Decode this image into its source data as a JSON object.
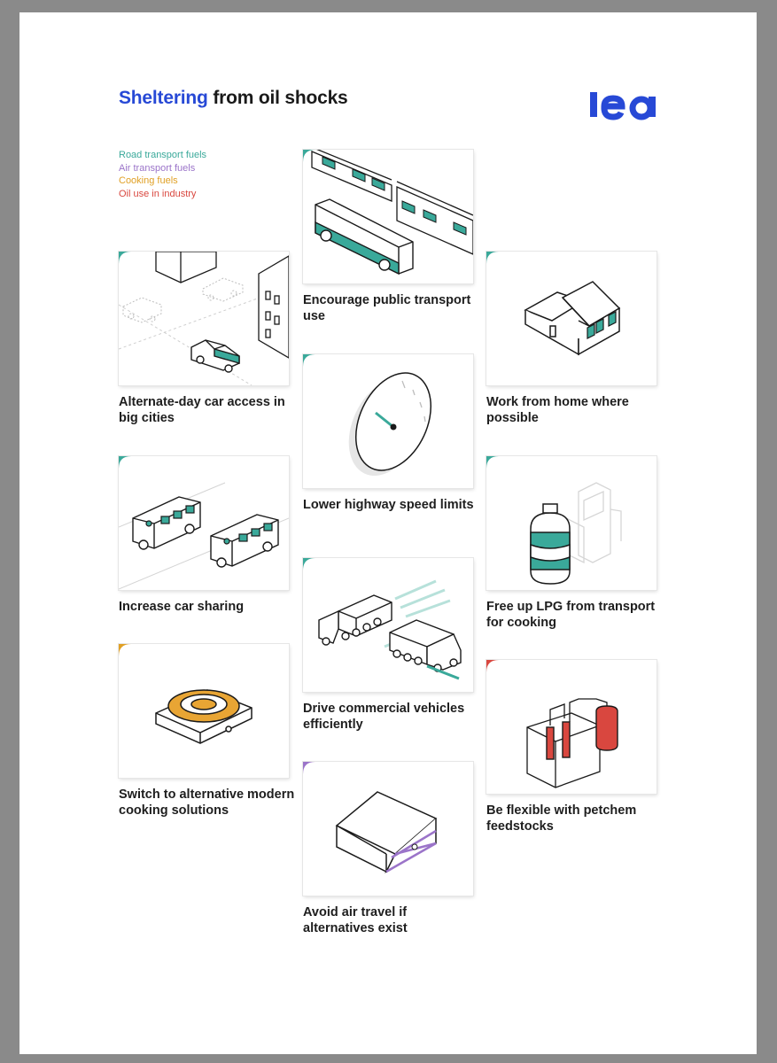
{
  "header": {
    "title_accent": "Sheltering",
    "title_rest": " from oil shocks",
    "logo_text": "iea",
    "accent_color": "#2749d6"
  },
  "legend": [
    {
      "label": "Road transport fuels",
      "color": "#3aa99a"
    },
    {
      "label": "Air transport fuels",
      "color": "#9b74c9"
    },
    {
      "label": "Cooking fuels",
      "color": "#e0a025"
    },
    {
      "label": "Oil use in industry",
      "color": "#d9473f"
    }
  ],
  "measures": [
    {
      "id": "public-transport",
      "label": "Encourage public transport use",
      "category": "road"
    },
    {
      "id": "alternate-day",
      "label": "Alternate-day car access in big cities",
      "category": "road"
    },
    {
      "id": "work-from-home",
      "label": "Work from home where possible",
      "category": "road"
    },
    {
      "id": "speed-limits",
      "label": "Lower highway speed limits",
      "category": "road"
    },
    {
      "id": "car-sharing",
      "label": "Increase car sharing",
      "category": "road"
    },
    {
      "id": "lpg",
      "label": "Free up LPG from transport for cooking",
      "category": "road"
    },
    {
      "id": "commercial-vehicles",
      "label": "Drive commercial vehicles efficiently",
      "category": "road"
    },
    {
      "id": "cooking",
      "label": "Switch to alternative modern cooking solutions",
      "category": "cooking"
    },
    {
      "id": "petchem",
      "label": "Be flexible with petchem feedstocks",
      "category": "industry"
    },
    {
      "id": "air-travel",
      "label": "Avoid air travel if alternatives exist",
      "category": "air"
    }
  ]
}
